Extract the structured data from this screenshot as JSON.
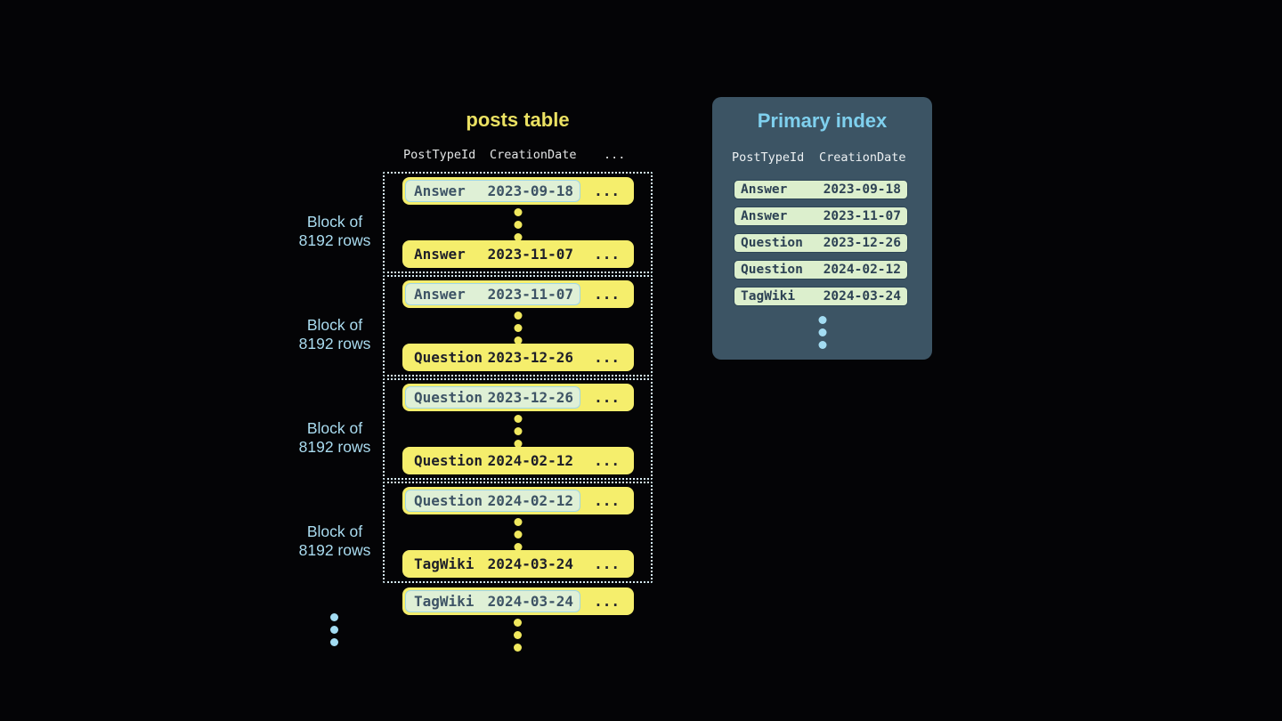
{
  "posts_table": {
    "title": "posts table",
    "columns": [
      "PostTypeId",
      "CreationDate",
      "..."
    ],
    "ellipsis": "...",
    "block_label": {
      "line1": "Block of",
      "line2": "8192 rows"
    },
    "blocks": [
      {
        "first": {
          "type": "Answer",
          "date": "2023-09-18"
        },
        "last": {
          "type": "Answer",
          "date": "2023-11-07"
        }
      },
      {
        "first": {
          "type": "Answer",
          "date": "2023-11-07"
        },
        "last": {
          "type": "Question",
          "date": "2023-12-26"
        }
      },
      {
        "first": {
          "type": "Question",
          "date": "2023-12-26"
        },
        "last": {
          "type": "Question",
          "date": "2024-02-12"
        }
      },
      {
        "first": {
          "type": "Question",
          "date": "2024-02-12"
        },
        "last": {
          "type": "TagWiki",
          "date": "2024-03-24"
        }
      }
    ],
    "next_block_first_row": {
      "type": "TagWiki",
      "date": "2024-03-24"
    }
  },
  "primary_index": {
    "title": "Primary index",
    "columns": [
      "PostTypeId",
      "CreationDate"
    ],
    "rows": [
      {
        "type": "Answer",
        "date": "2023-09-18"
      },
      {
        "type": "Answer",
        "date": "2023-11-07"
      },
      {
        "type": "Question",
        "date": "2023-12-26"
      },
      {
        "type": "Question",
        "date": "2024-02-12"
      },
      {
        "type": "TagWiki",
        "date": "2024-03-24"
      }
    ]
  },
  "colors": {
    "background": "#040406",
    "row_yellow": "#f5ee6c",
    "title_yellow": "#ebe162",
    "label_blue": "#aadcf0",
    "highlight_green": "#dff0d6",
    "highlight_border_blue": "#9fd6e6",
    "dotted_block_border": "#d5eaf2",
    "yellow_dots": "#f0e85e",
    "blue_dots": "#a3dcf2",
    "panel_background": "#3c5464",
    "panel_title_blue": "#7fd0ee",
    "pill_green": "#dcefcd",
    "pill_text_slate": "#2d4254"
  }
}
